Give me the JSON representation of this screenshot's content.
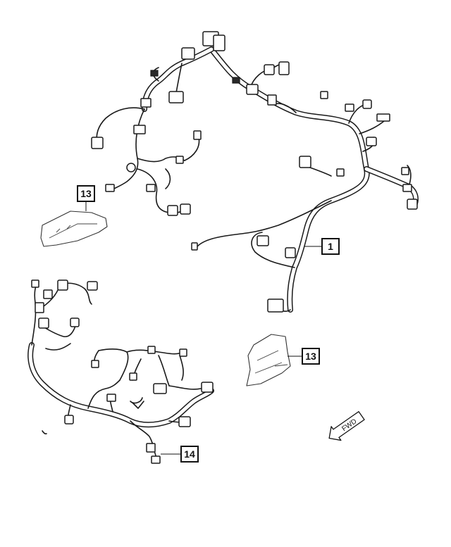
{
  "callouts": {
    "c13_top": "13",
    "c1": "1",
    "c13_mid": "13",
    "c14": "14"
  },
  "direction_arrow": {
    "label": "FWD"
  }
}
